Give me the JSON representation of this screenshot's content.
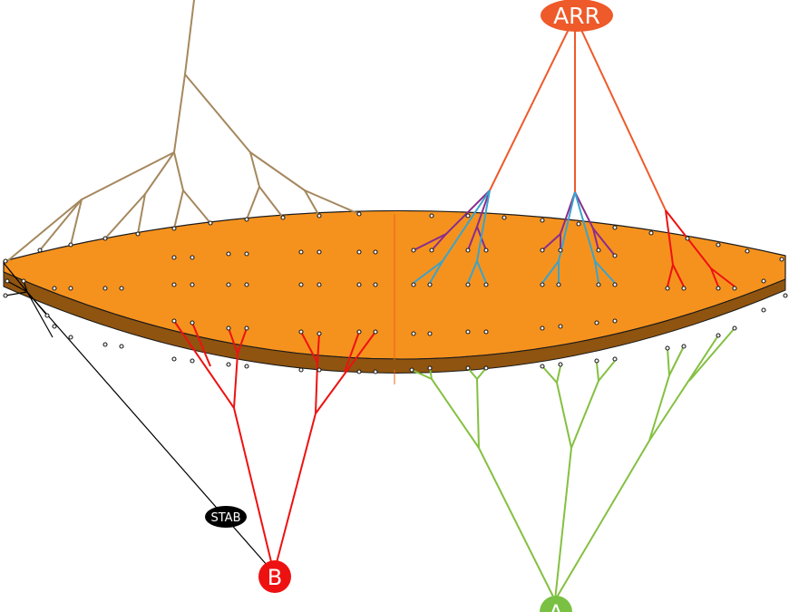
{
  "nodes": {
    "arr": {
      "label": "ARR",
      "color": "#ee5a2a"
    },
    "b": {
      "label": "B",
      "color": "#ee1111"
    },
    "a": {
      "label": "A",
      "color": "#7ac143"
    },
    "stab": {
      "label": "STAB",
      "color": "#000000"
    }
  },
  "colors": {
    "disk_top": "#f5921e",
    "disk_rim": "#8f5410",
    "top_tree": "#a5885e",
    "arr_lines": "#ee5a2a",
    "red_tree": "#ee1111",
    "green_tree": "#84c041",
    "blue_tree": "#3aa3cc",
    "purple_tree": "#8a2c8e"
  }
}
